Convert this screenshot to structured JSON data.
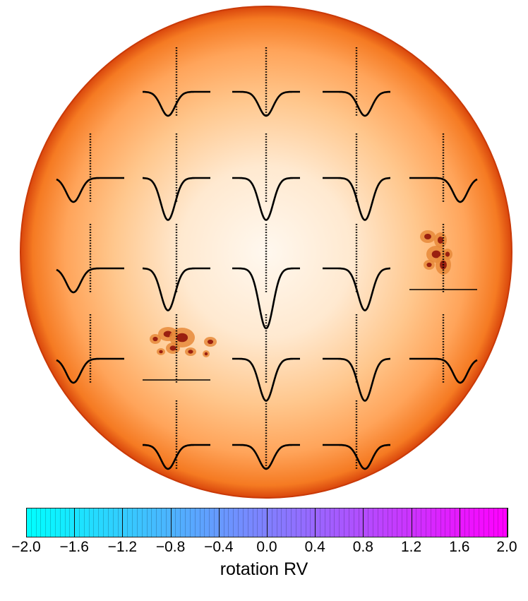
{
  "diagram": {
    "grid_columns": 5,
    "grid_rows": 5,
    "cells": [
      {
        "row": 0,
        "col": 1,
        "rv": -0.4,
        "depth": 0.4,
        "spot": false
      },
      {
        "row": 0,
        "col": 2,
        "rv": 0.0,
        "depth": 0.4,
        "spot": false
      },
      {
        "row": 0,
        "col": 3,
        "rv": 0.4,
        "depth": 0.4,
        "spot": false
      },
      {
        "row": 1,
        "col": 0,
        "rv": -0.8,
        "depth": 0.4,
        "spot": false
      },
      {
        "row": 1,
        "col": 1,
        "rv": -0.4,
        "depth": 0.7,
        "spot": false
      },
      {
        "row": 1,
        "col": 2,
        "rv": 0.0,
        "depth": 0.7,
        "spot": false
      },
      {
        "row": 1,
        "col": 3,
        "rv": 0.4,
        "depth": 0.7,
        "spot": false
      },
      {
        "row": 1,
        "col": 4,
        "rv": 0.8,
        "depth": 0.4,
        "spot": false
      },
      {
        "row": 2,
        "col": 0,
        "rv": -0.8,
        "depth": 0.4,
        "spot": false
      },
      {
        "row": 2,
        "col": 1,
        "rv": -0.4,
        "depth": 0.7,
        "spot": false
      },
      {
        "row": 2,
        "col": 2,
        "rv": 0.0,
        "depth": 1.0,
        "spot": false
      },
      {
        "row": 2,
        "col": 3,
        "rv": 0.4,
        "depth": 0.7,
        "spot": false
      },
      {
        "row": 2,
        "col": 4,
        "rv": 0.8,
        "depth": 0.0,
        "spot": true
      },
      {
        "row": 3,
        "col": 0,
        "rv": -0.8,
        "depth": 0.4,
        "spot": false
      },
      {
        "row": 3,
        "col": 1,
        "rv": -0.4,
        "depth": 0.0,
        "spot": true
      },
      {
        "row": 3,
        "col": 2,
        "rv": 0.0,
        "depth": 0.7,
        "spot": false
      },
      {
        "row": 3,
        "col": 3,
        "rv": 0.4,
        "depth": 0.7,
        "spot": false
      },
      {
        "row": 3,
        "col": 4,
        "rv": 0.8,
        "depth": 0.4,
        "spot": false
      },
      {
        "row": 4,
        "col": 1,
        "rv": -0.4,
        "depth": 0.4,
        "spot": false
      },
      {
        "row": 4,
        "col": 2,
        "rv": 0.0,
        "depth": 0.4,
        "spot": false
      },
      {
        "row": 4,
        "col": 3,
        "rv": 0.4,
        "depth": 0.4,
        "spot": false
      }
    ]
  },
  "colorbar": {
    "label": "rotation RV",
    "min": -2.0,
    "max": 2.0,
    "color_min": "#00ffff",
    "color_mid": "#8080ff",
    "color_max": "#ff00ff",
    "ticks": [
      -2.0,
      -1.6,
      -1.2,
      -0.8,
      -0.4,
      0.0,
      0.4,
      0.8,
      1.2,
      1.6,
      2.0
    ],
    "tick_labels": [
      "−2.0",
      "−1.6",
      "−1.2",
      "−0.8",
      "−0.4",
      "0.0",
      "0.4",
      "0.8",
      "1.2",
      "1.6",
      "2.0"
    ]
  },
  "colors": {
    "disk_center": "#fff8ef",
    "disk_mid": "#ffb066",
    "disk_limb": "#f06010",
    "disk_edge": "#d83a0a",
    "spot_outer": "#e88a3a",
    "spot_umbra": "#9a2010",
    "line_profile": "#000000"
  }
}
